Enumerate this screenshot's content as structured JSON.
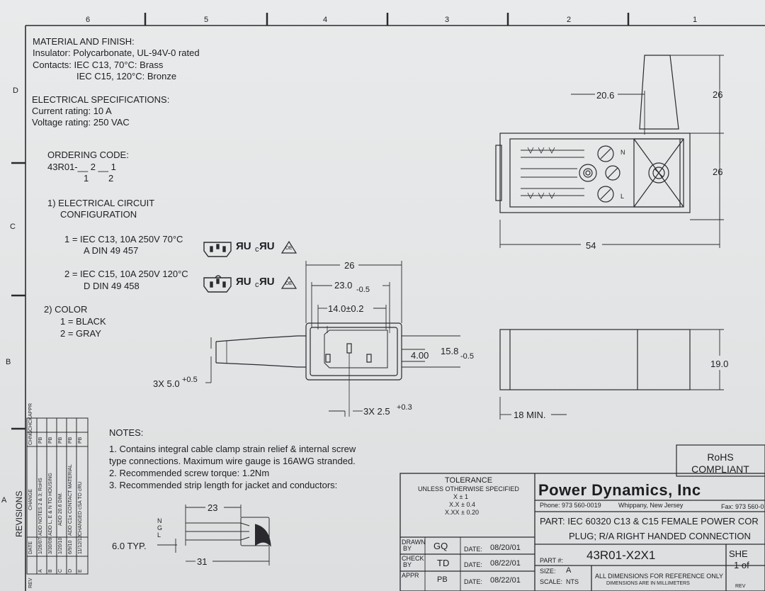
{
  "zones_top": [
    "6",
    "5",
    "4",
    "3",
    "2",
    "1"
  ],
  "zones_side": [
    "D",
    "C",
    "B",
    "A"
  ],
  "material": {
    "heading": "MATERIAL AND FINISH:",
    "insulator": "Insulator: Polycarbonate, UL-94V-0 rated",
    "contacts_1": "Contacts: IEC C13, 70°C: Brass",
    "contacts_2": "IEC C15, 120°C: Bronze"
  },
  "electrical": {
    "heading": "ELECTRICAL SPECIFICATIONS:",
    "current": "Current rating: 10 A",
    "voltage": "Voltage rating: 250 VAC"
  },
  "ordering": {
    "heading": "ORDERING CODE:",
    "code": "43R01-__ 2 __ 1",
    "sub_1": "1",
    "sub_2": "2",
    "circuit_heading_1": "1) ELECTRICAL CIRCUIT",
    "circuit_heading_2": "CONFIGURATION",
    "opt1_line1": "1 = IEC C13, 10A 250V 70°C",
    "opt1_line2": "A DIN 49 457",
    "opt2_line1": "2 = IEC C15, 10A 250V 120°C",
    "opt2_line2": "D DIN 49 458",
    "color_heading": "2) COLOR",
    "color_1": "1 = BLACK",
    "color_2": "2 = GRAY"
  },
  "cert": {
    "ur": "ЯU",
    "cur_prefix": "c",
    "cur": "ЯU",
    "vde": "DE"
  },
  "dims": {
    "d26_top": "26",
    "d23": "23.0",
    "d23_tol": "-0.5",
    "d14": "14.0±0.2",
    "d4": "4.00",
    "d158": "15.8",
    "d158_tol": "-0.5",
    "d3x5": "3X 5.0",
    "d3x5_tol": "+0.5",
    "d3x25": "3X 2.5",
    "d3x25_tol": "+0.3",
    "d18": "18 MIN.",
    "d206": "20.6",
    "d26_r1": "26",
    "d26_r2": "26",
    "d54": "54",
    "d19": "19.0",
    "d23_wire": "23",
    "d31_wire": "31",
    "d6_typ": "6.0 TYP.",
    "ngl_n": "N",
    "ngl_g": "G",
    "ngl_l": "L",
    "term_n": "N",
    "term_l": "L"
  },
  "notes": {
    "heading": "NOTES:",
    "n1a": "1. Contains integral cable clamp strain relief & internal screw",
    "n1b": "type connections. Maximum wire gauge is 16AWG stranded.",
    "n2": "2. Recommended screw torque: 1.2Nm",
    "n3": "3. Recommended strip length for jacket and conductors:"
  },
  "revisions": {
    "title": "REVISIONS",
    "headers": [
      "REV",
      "DATE",
      "CHANGE",
      "CHNG",
      "CHCK",
      "APPR"
    ],
    "rows": [
      {
        "rev": "A",
        "date": "1/26/07",
        "change": "ADD NOTES 2 & 3; RoHS",
        "chng": "PB"
      },
      {
        "rev": "B",
        "date": "3/30/09",
        "change": "ADD L, E & N TO HOUSING",
        "chng": "PB"
      },
      {
        "rev": "C",
        "date": "1/20/10",
        "change": "ADD 20.6 DIM.",
        "chng": "PB"
      },
      {
        "rev": "D",
        "date": "6/9/10",
        "change": "ADD C1x CONTACT MATERIAL",
        "chng": "PB"
      },
      {
        "rev": "E",
        "date": "11/12/12",
        "change": "CHANGED cSA TO cRU",
        "chng": "PB"
      }
    ]
  },
  "rohs": {
    "line1": "RoHS",
    "line2": "COMPLIANT"
  },
  "title_block": {
    "tolerance_heading": "TOLERANCE",
    "tolerance_sub": "UNLESS OTHERWISE SPECIFIED",
    "tol_x": "X  ±  1",
    "tol_xx": "X.X  ±  0.4",
    "tol_xxx": "X.XX  ±  0.20",
    "drawn_by_label_1": "DRAWN",
    "drawn_by_label_2": "BY",
    "drawn_by": "GQ",
    "check_by_label_1": "CHECK",
    "check_by_label_2": "BY",
    "check_by": "TD",
    "appr_label": "APPR",
    "appr_by": "PB",
    "date_label": "DATE:",
    "date_drawn": "08/20/01",
    "date_check": "08/22/01",
    "date_appr": "08/22/01",
    "company": "Power Dynamics, Inc",
    "phone": "Phone: 973 560-0019",
    "city": "Whippany, New Jersey",
    "fax": "Fax: 973 560-0",
    "part_desc_1": "PART: IEC 60320 C13 & C15 FEMALE POWER COR",
    "part_desc_2": "PLUG; R/A RIGHT HANDED CONNECTION",
    "part_label": "PART #:",
    "part_number": "43R01-X2X1",
    "size_label": "SIZE:",
    "size": "A",
    "scale_label": "SCALE:",
    "scale": "NTS",
    "ref_note_1": "ALL DIMENSIONS FOR REFERENCE ONLY",
    "ref_note_2": "DIMENSIONS ARE IN MILLIMETERS",
    "sheet_label": "SHE",
    "sheet": "1 of",
    "rev_short": "REV"
  }
}
